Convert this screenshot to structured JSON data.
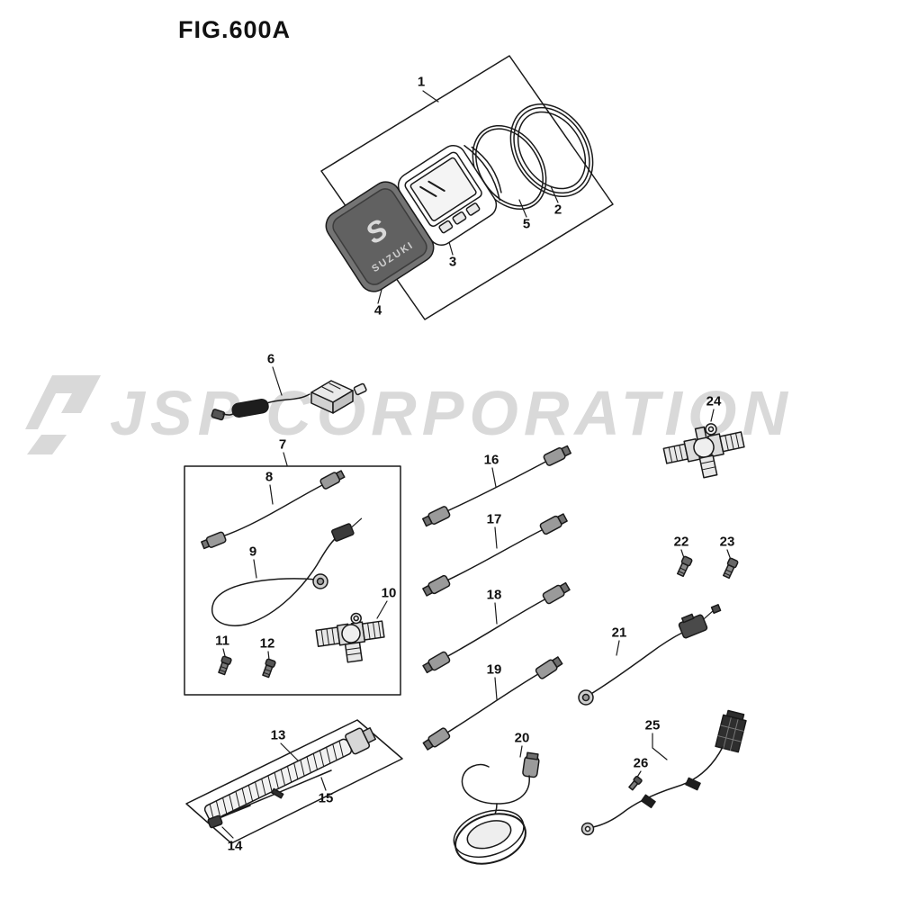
{
  "figure": {
    "title": "FIG.600A"
  },
  "watermark": {
    "text": "JSP CORPORATION",
    "color": "#d9d9d9"
  },
  "gauge_cover": {
    "logo_letter": "S",
    "brand": "SUZUKI"
  },
  "parts": [
    "1",
    "2",
    "3",
    "4",
    "5",
    "6",
    "7",
    "8",
    "9",
    "10",
    "11",
    "12",
    "13",
    "14",
    "15",
    "16",
    "17",
    "18",
    "19",
    "20",
    "21",
    "22",
    "23",
    "24",
    "25",
    "26"
  ],
  "colors": {
    "line": "#1a1a1a",
    "watermark": "#d9d9d9",
    "cover_gray": "#707070"
  }
}
